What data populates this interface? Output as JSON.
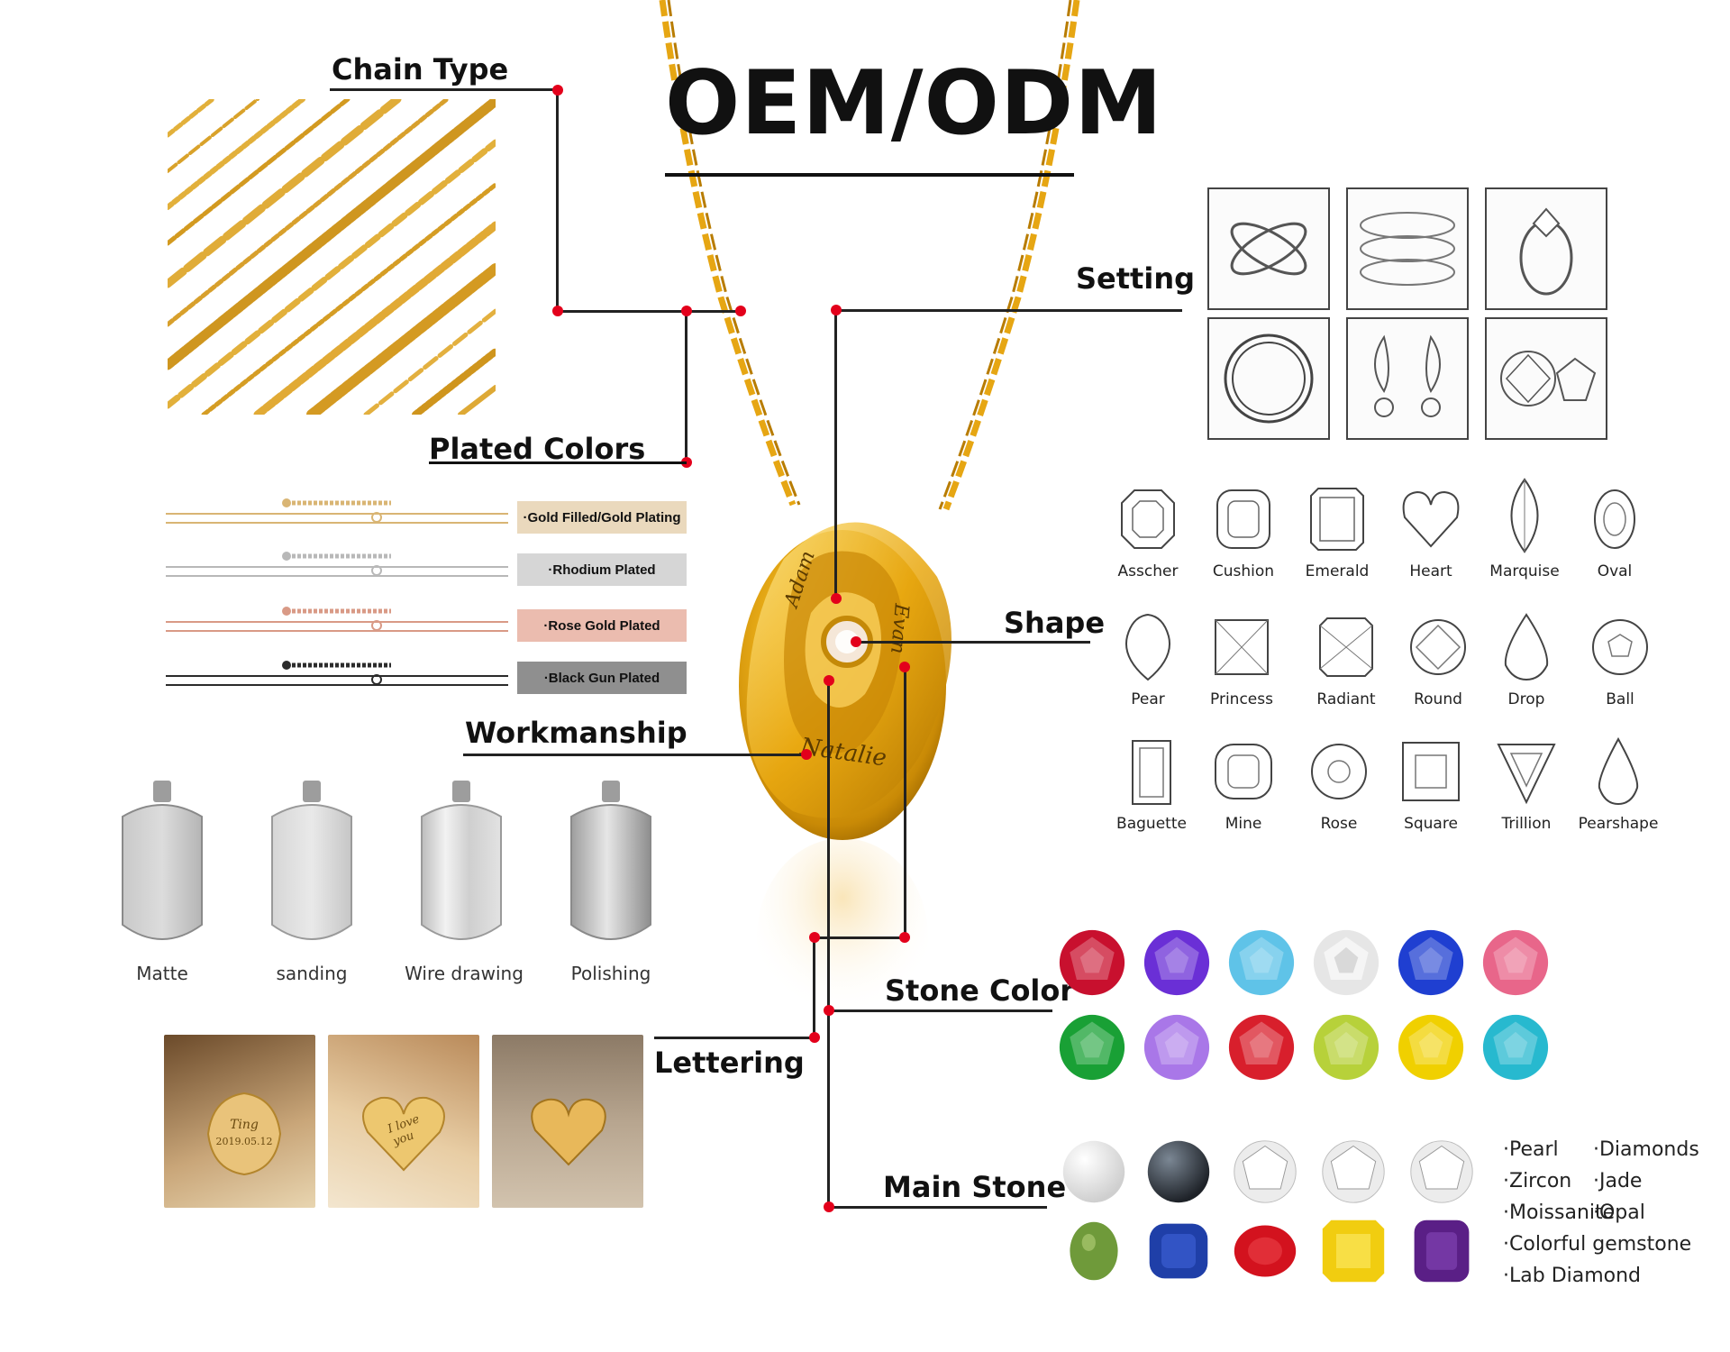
{
  "header": {
    "title": "OEM/ODM"
  },
  "sections": {
    "chain_type": "Chain Type",
    "plated_colors": "Plated Colors",
    "workmanship": "Workmanship",
    "lettering": "Lettering",
    "setting": "Setting",
    "shape": "Shape",
    "stone_color": "Stone Color",
    "main_stone": "Main Stone"
  },
  "plated_colors": [
    {
      "label": "·Gold Filled/Gold Plating",
      "color": "#d9b574",
      "bg": "#ead9bd"
    },
    {
      "label": "·Rhodium Plated",
      "color": "#b8b8b8",
      "bg": "#d6d6d6"
    },
    {
      "label": "·Rose Gold Plated",
      "color": "#d99a86",
      "bg": "#ebbcaf"
    },
    {
      "label": "·Black Gun Plated",
      "color": "#2b2b2b",
      "bg": "#8f8f8f"
    }
  ],
  "workmanship": [
    "Matte",
    "sanding",
    "Wire drawing",
    "Polishing"
  ],
  "lettering_photos": [
    {
      "engraving_line1": "Ting",
      "engraving_line2": "2019.05.12"
    },
    {
      "engraving_line1": "I love",
      "engraving_line2": "you"
    },
    {
      "engraving_line1": "",
      "engraving_line2": ""
    }
  ],
  "pendant_names": [
    "Adam",
    "Evan",
    "Natalie"
  ],
  "shapes": [
    "Asscher",
    "Cushion",
    "Emerald",
    "Heart",
    "Marquise",
    "Oval",
    "Pear",
    "Princess",
    "Radiant",
    "Round",
    "Drop",
    "Ball",
    "Baguette",
    "Mine",
    "Rose",
    "Square",
    "Trillion",
    "Pearshape"
  ],
  "stone_colors": [
    "#c8102e",
    "#6a2fd6",
    "#5fc3e8",
    "#e6e6e6",
    "#1f3fd1",
    "#e8668a",
    "#19a035",
    "#a977e8",
    "#d81f2c",
    "#b7d13a",
    "#f0d000",
    "#27b9cf"
  ],
  "main_stones_images": [
    "#f1f1f1",
    "#3b4048",
    "#e8e8e8",
    "#e8e8e8",
    "#e8e8e8",
    "#6f9a3a",
    "#1f3fa8",
    "#d3121e",
    "#f1cd10",
    "#5a1f86"
  ],
  "main_stone_list": {
    "left": [
      "·Pearl",
      "·Zircon",
      "·Moissanite",
      "·Colorful gemstone",
      "·Lab Diamond"
    ],
    "right": [
      "·Diamonds",
      "·Jade",
      "·Opal"
    ]
  }
}
